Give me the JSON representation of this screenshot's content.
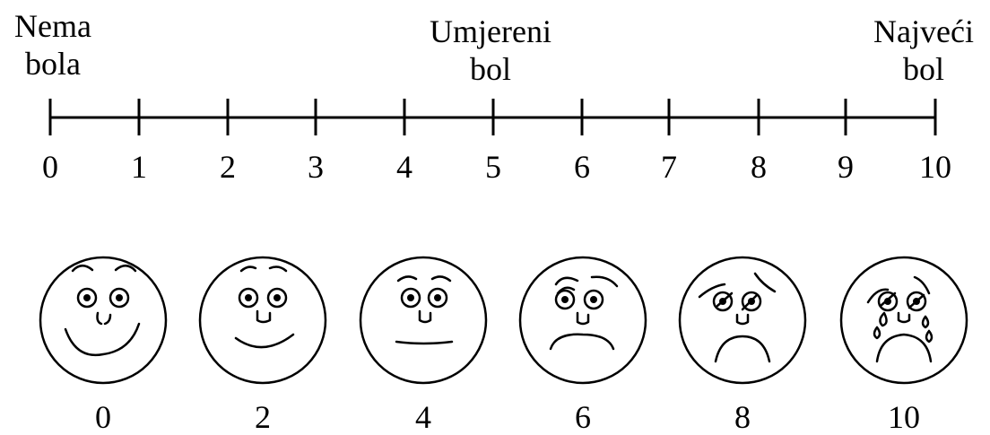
{
  "anchors": {
    "left": {
      "line1": "Nema",
      "line2": "bola"
    },
    "middle": {
      "line1": "Umjereni",
      "line2": "bol"
    },
    "right": {
      "line1": "Najveći",
      "line2": "bol"
    }
  },
  "scale": {
    "ticks": [
      "0",
      "1",
      "2",
      "3",
      "4",
      "5",
      "6",
      "7",
      "8",
      "9",
      "10"
    ]
  },
  "faces": [
    {
      "label": "0",
      "icon": "smiling-face-icon"
    },
    {
      "label": "2",
      "icon": "slight-smile-face-icon"
    },
    {
      "label": "4",
      "icon": "neutral-face-icon"
    },
    {
      "label": "6",
      "icon": "frowning-face-icon"
    },
    {
      "label": "8",
      "icon": "distressed-face-icon"
    },
    {
      "label": "10",
      "icon": "crying-face-icon"
    }
  ]
}
